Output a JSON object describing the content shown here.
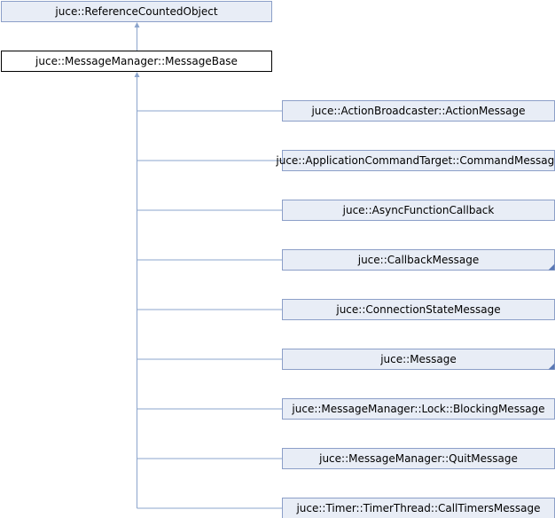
{
  "diagram": {
    "ancestor": {
      "label": "juce::ReferenceCountedObject",
      "truncated": false
    },
    "current": {
      "label": "juce::MessageManager::MessageBase",
      "truncated": false
    },
    "children": [
      {
        "label": "juce::ActionBroadcaster::ActionMessage",
        "truncated": false
      },
      {
        "label": "juce::ApplicationCommandTarget::CommandMessage",
        "truncated": false
      },
      {
        "label": "juce::AsyncFunctionCallback",
        "truncated": false
      },
      {
        "label": "juce::CallbackMessage",
        "truncated": true
      },
      {
        "label": "juce::ConnectionStateMessage",
        "truncated": false
      },
      {
        "label": "juce::Message",
        "truncated": true
      },
      {
        "label": "juce::MessageManager::Lock::BlockingMessage",
        "truncated": false
      },
      {
        "label": "juce::MessageManager::QuitMessage",
        "truncated": false
      },
      {
        "label": "juce::Timer::TimerThread::CallTimersMessage",
        "truncated": false
      }
    ],
    "colors": {
      "node_fill": "#e8edf6",
      "node_border": "#8c9fc8",
      "edge": "#8ba4cc",
      "current_fill": "#ffffff",
      "current_border": "#000000"
    }
  }
}
